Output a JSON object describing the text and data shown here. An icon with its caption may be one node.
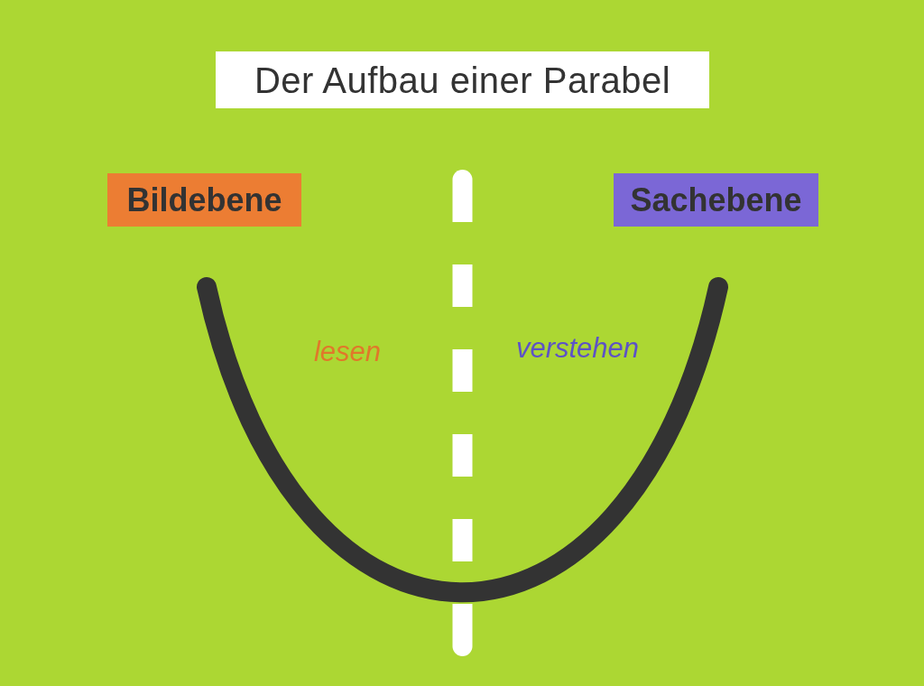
{
  "diagram": {
    "title": "Der Aufbau einer Parabel",
    "nodes": [
      {
        "text": [
          "Bildebene"
        ]
      },
      {
        "text": [
          "Sachebene"
        ]
      }
    ],
    "labels": [
      "lesen",
      "verstehen"
    ]
  }
}
